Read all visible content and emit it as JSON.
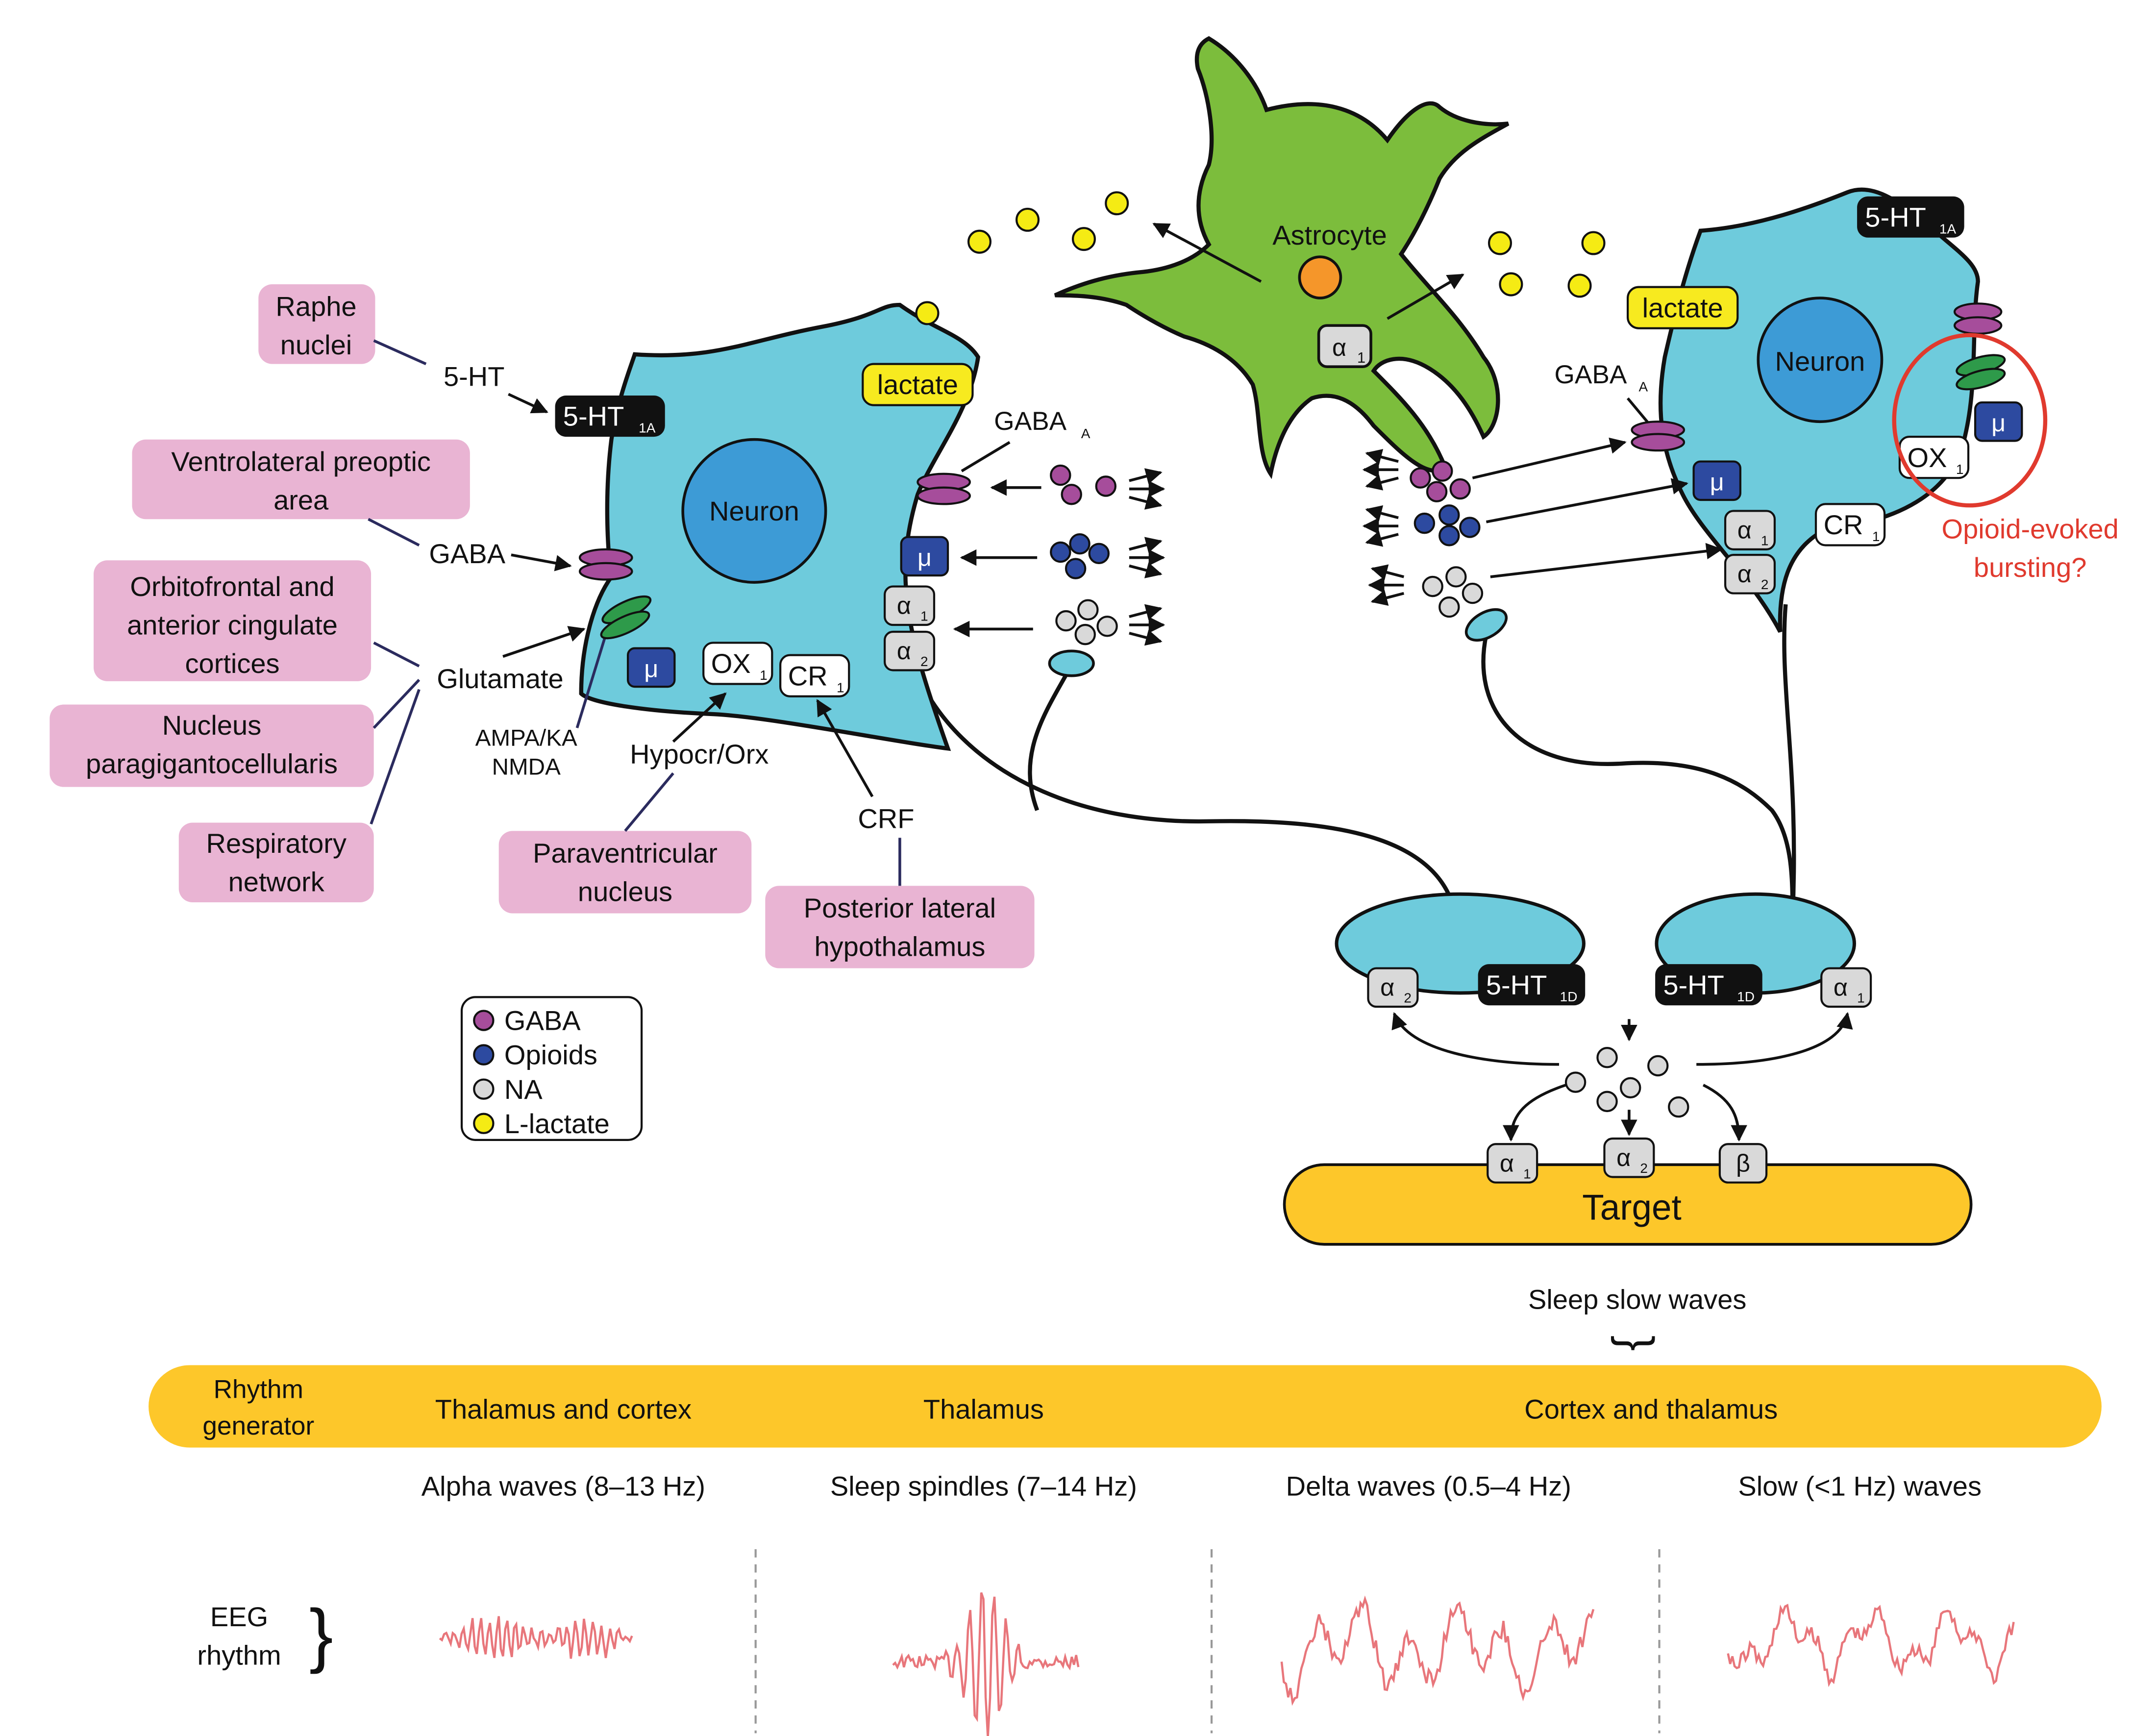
{
  "colors": {
    "neuron": "#6ecbdc",
    "nucleus": "#3d9bd6",
    "astrocyte": "#7cbd3c",
    "astro_nucleus": "#f5962a",
    "source_box": "#e9b4d3",
    "lactate_box": "#f7ea1f",
    "gaba": "#a64d9b",
    "opioid": "#2d4aa0",
    "na": "#d9d9d9",
    "l_lactate": "#f5eb14",
    "glutamate_receptor": "#2e9a4a",
    "mu_receptor": "#2d4aa0",
    "band": "#fdc72a",
    "target": "#fdc72a",
    "eeg": "#e8767b",
    "highlight": "#e03a2e"
  },
  "sources": {
    "raphe": "Raphe\nnuclei",
    "vlpo": "Ventrolateral preoptic\narea",
    "ofc": "Orbitofrontal and\nanterior cingulate\ncortices",
    "npgc": "Nucleus\nparagigantocellularis",
    "resp": "Respiratory\nnetwork",
    "pvn": "Paraventricular\nnucleus",
    "plh": "Posterior lateral\nhypothalamus"
  },
  "inputs": {
    "five_ht": "5-HT",
    "gaba": "GABA",
    "glutamate": "Glutamate",
    "ampa": "AMPA/KA",
    "nmda": "NMDA",
    "hypocretin": "Hypocr/Orx",
    "crf": "CRF"
  },
  "cells": {
    "neuron_label": "Neuron",
    "astrocyte_label": "Astrocyte",
    "lactate": "lactate",
    "target": "Target"
  },
  "receptors": {
    "ht1a": "5-HT",
    "ht1a_sub": "1A",
    "ht1d": "5-HT",
    "ht1d_sub": "1D",
    "gaba_a": "GABA",
    "gaba_a_sub": "A",
    "mu": "μ",
    "ox": "OX",
    "ox_sub": "1",
    "cr": "CR",
    "cr_sub": "1",
    "alpha": "α",
    "alpha1_sub": "1",
    "alpha2_sub": "2",
    "beta": "β"
  },
  "annotation": {
    "bursting": "Opioid-evoked\nbursting?"
  },
  "legend": [
    {
      "label": "GABA",
      "color": "#a64d9b"
    },
    {
      "label": "Opioids",
      "color": "#2d4aa0"
    },
    {
      "label": "NA",
      "color": "#d9d9d9"
    },
    {
      "label": "L-lactate",
      "color": "#f5eb14"
    }
  ],
  "rhythm": {
    "sleep_slow_waves": "Sleep slow waves",
    "generator_label": "Rhythm\ngenerator",
    "generators": [
      "Thalamus and cortex",
      "Thalamus",
      "Cortex and thalamus"
    ],
    "eeg_label": "EEG\nrhythm",
    "waves": [
      {
        "name": "Alpha waves (8–13 Hz)"
      },
      {
        "name": "Sleep spindles (7–14 Hz)"
      },
      {
        "name": "Delta waves (0.5–4 Hz)"
      },
      {
        "name": "Slow (<1 Hz) waves"
      }
    ]
  }
}
